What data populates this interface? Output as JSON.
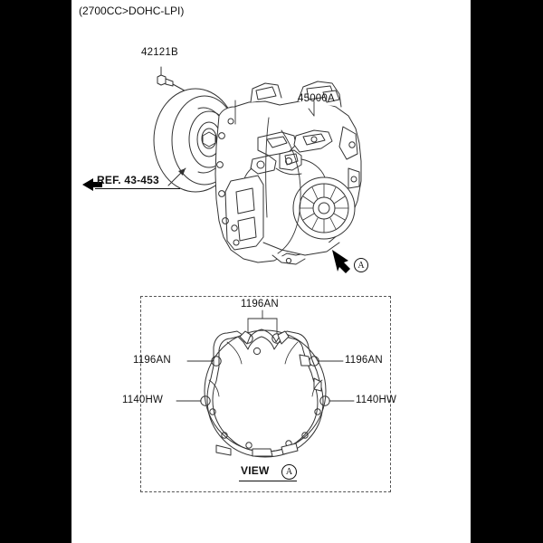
{
  "page": {
    "title": "(2700CC>DOHC-LPI)",
    "background_color": "#ffffff",
    "frame_color": "#000000",
    "line_color": "#333333"
  },
  "upper_assembly": {
    "name": "automatic-transaxle-assembly",
    "callouts": [
      {
        "id": "bolt",
        "label": "42121B",
        "target": "torque-converter-bolt"
      },
      {
        "id": "transaxle",
        "label": "45000A",
        "target": "transaxle-case"
      }
    ],
    "reference": {
      "label": "REF. 43-453",
      "target": "torque-converter"
    },
    "view_marker": {
      "label": "A",
      "description": "view-direction-arrow"
    }
  },
  "detail_box": {
    "name": "view-a-detail",
    "caption_prefix": "VIEW",
    "caption_marker": "A",
    "part": "transaxle-case-gasket",
    "callouts": [
      {
        "id": "top",
        "label": "1196AN",
        "position": "top"
      },
      {
        "id": "left-upper",
        "label": "1196AN",
        "position": "left"
      },
      {
        "id": "right-upper",
        "label": "1196AN",
        "position": "right"
      },
      {
        "id": "left-lower",
        "label": "1140HW",
        "position": "left"
      },
      {
        "id": "right-lower",
        "label": "1140HW",
        "position": "right"
      }
    ]
  }
}
